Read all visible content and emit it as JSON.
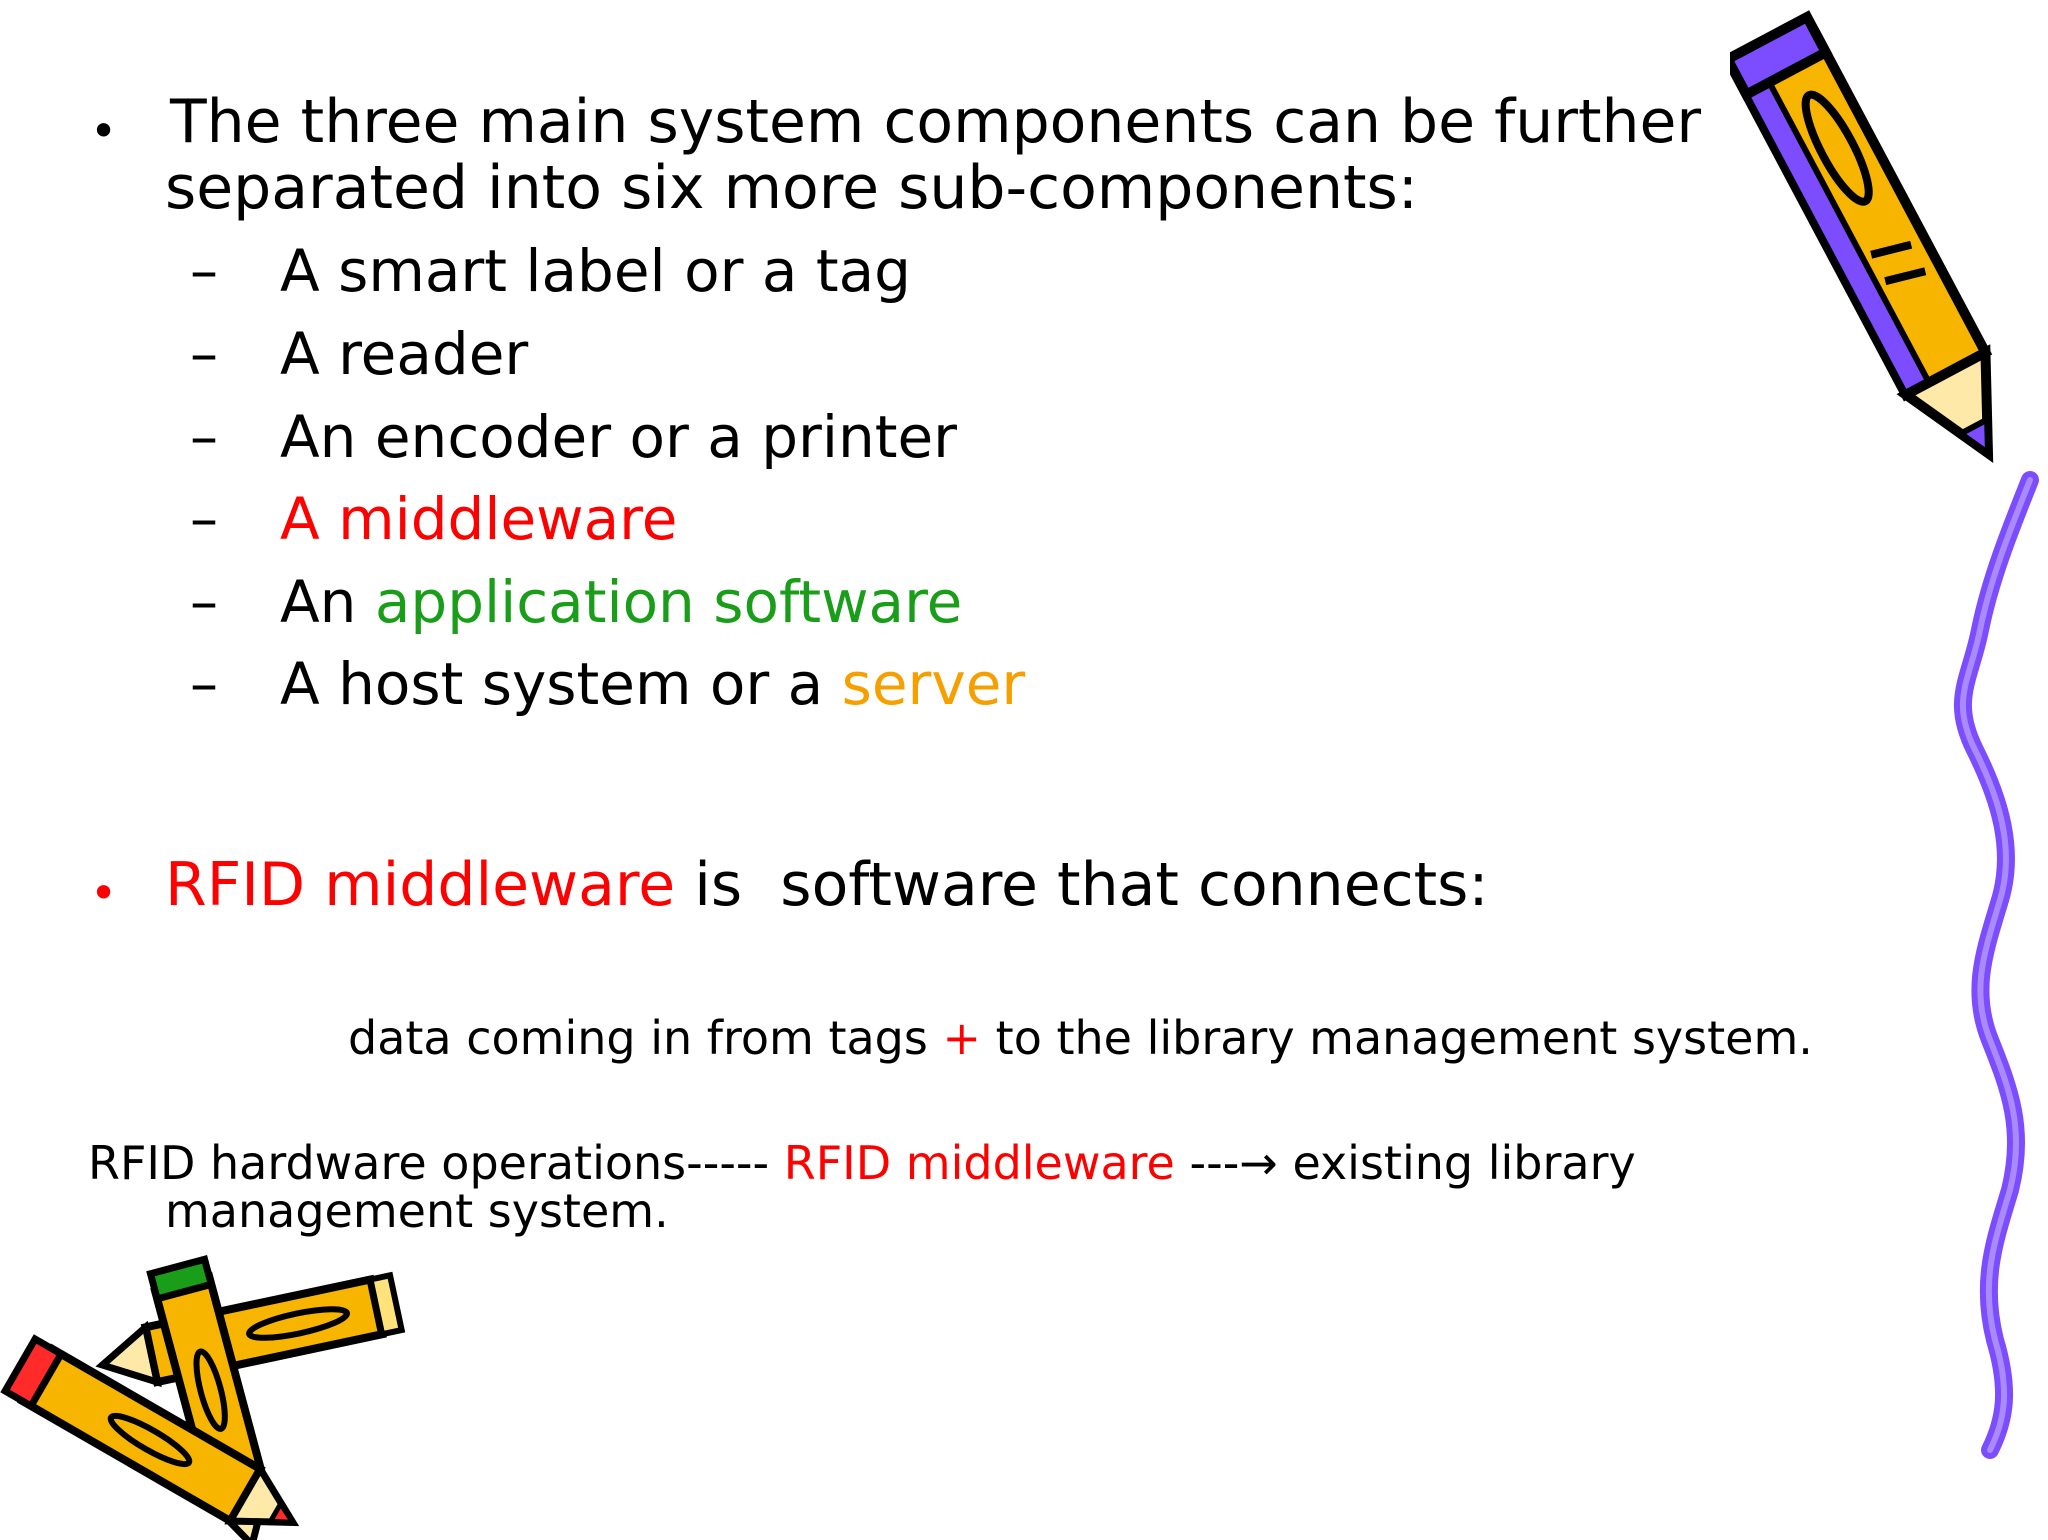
{
  "slide": {
    "bullet1": {
      "marker": "•",
      "line1": "The three main system components can be further",
      "line2": "separated into six more sub-components:"
    },
    "subitems": [
      {
        "marker": "–",
        "parts": [
          {
            "text": "A smart label or a tag",
            "color": "#000000"
          }
        ]
      },
      {
        "marker": "–",
        "parts": [
          {
            "text": "A reader",
            "color": "#000000"
          }
        ]
      },
      {
        "marker": "–",
        "parts": [
          {
            "text": "An encoder or a printer",
            "color": "#000000"
          }
        ]
      },
      {
        "marker": "–",
        "parts": [
          {
            "text": "A middleware",
            "color": "#ff0000"
          }
        ]
      },
      {
        "marker": "–",
        "parts": [
          {
            "text": "An ",
            "color": "#000000"
          },
          {
            "text": "application software",
            "color": "#1a9e1a"
          }
        ]
      },
      {
        "marker": "–",
        "parts": [
          {
            "text": "A host system or a ",
            "color": "#000000"
          },
          {
            "text": "server",
            "color": "#f5a000"
          }
        ]
      }
    ],
    "bullet2": {
      "marker": "•",
      "marker_color": "#ff0000",
      "highlight": "RFID middleware",
      "rest": " is  software that connects:"
    },
    "connects_line": {
      "part1": "data coming in from tags ",
      "plus": "+",
      "part2": " to the library management system."
    },
    "flow_line": {
      "part1": "RFID hardware operations----- ",
      "highlight": "RFID middleware",
      "part2": " ---→ existing library",
      "line2": "management system."
    },
    "colors": {
      "text": "#000000",
      "red": "#ff0000",
      "green": "#1a9e1a",
      "orange": "#f5a000",
      "purple": "#7b4dff",
      "pencil_yellow": "#f7b500"
    }
  }
}
